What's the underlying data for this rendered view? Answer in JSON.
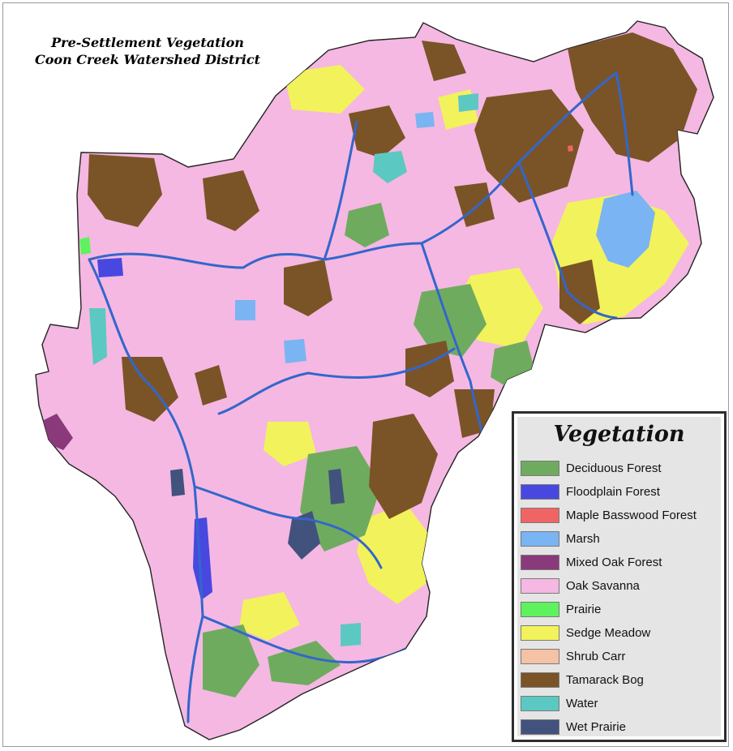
{
  "title": {
    "line1": "Pre-Settlement Vegetation",
    "line2": "Coon Creek Watershed District"
  },
  "legend": {
    "title": "Vegetation",
    "items": [
      {
        "label": "Deciduous Forest",
        "color": "#6fab5f"
      },
      {
        "label": "Floodplain Forest",
        "color": "#4848e0"
      },
      {
        "label": "Maple Basswood Forest",
        "color": "#f06464"
      },
      {
        "label": "Marsh",
        "color": "#7ab4f2"
      },
      {
        "label": "Mixed Oak Forest",
        "color": "#8a3a7a"
      },
      {
        "label": "Oak Savanna",
        "color": "#f4b8e2"
      },
      {
        "label": "Prairie",
        "color": "#5ef25e"
      },
      {
        "label": "Sedge Meadow",
        "color": "#f2f25c"
      },
      {
        "label": "Shrub Carr",
        "color": "#f4c2a4"
      },
      {
        "label": "Tamarack Bog",
        "color": "#7a5426"
      },
      {
        "label": "Water",
        "color": "#5cc8c2"
      },
      {
        "label": "Wet Prairie",
        "color": "#41527c"
      }
    ]
  },
  "stream_color": "#3366cc"
}
